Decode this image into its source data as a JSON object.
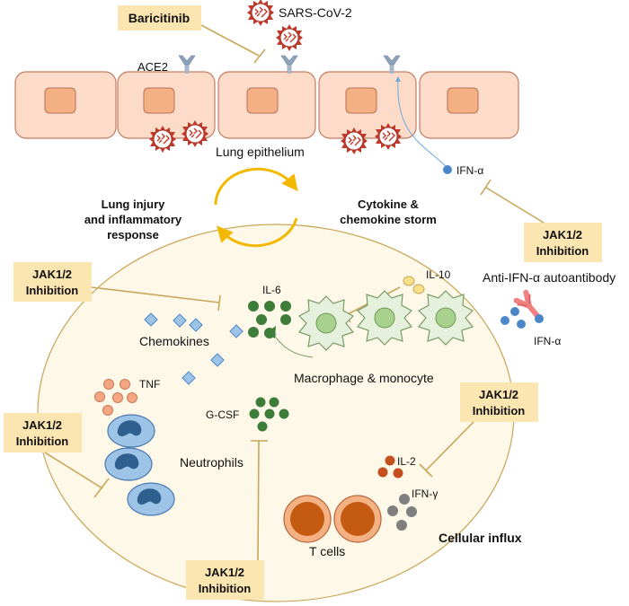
{
  "title": "",
  "labels": {
    "baricitinib": "Baricitinib",
    "sars": "SARS-CoV-2",
    "ace2": "ACE2",
    "lung_epithelium": "Lung epithelium",
    "ifn_alpha_top": "IFN-α",
    "lung_injury": [
      "Lung injury",
      "and inflammatory",
      "response"
    ],
    "cytokine_storm": [
      "Cytokine &",
      "chemokine storm"
    ],
    "il10": "IL-10",
    "il6": "IL-6",
    "chemokines": "Chemokines",
    "macrophage": "Macrophage & monocyte",
    "anti_ifn": "Anti-IFN-α autoantibody",
    "ifn_alpha_right": "IFN-α",
    "tnf": "TNF",
    "gcsf": "G-CSF",
    "neutrophils": "Neutrophils",
    "il2": "IL-2",
    "ifn_gamma": "IFN-γ",
    "t_cells": "T cells",
    "cellular_influx": "Cellular influx"
  },
  "inhibition_boxes": [
    {
      "line1": "JAK1/2",
      "line2": "Inhibition"
    },
    {
      "line1": "JAK1/2",
      "line2": "Inhibition"
    },
    {
      "line1": "JAK1/2",
      "line2": "Inhibition"
    },
    {
      "line1": "JAK1/2",
      "line2": "Inhibition"
    },
    {
      "line1": "JAK1/2",
      "line2": "Inhibition"
    }
  ],
  "colors": {
    "label_box": "#fbe5b0",
    "inhibition_line": "#c9a659",
    "epithelial_cell": "#fcdcc8",
    "inflammatory_zone": "#fdf8e8",
    "cycle_arrow": "#f2b900",
    "il6": "#3e7c3a",
    "chemokine": "#5b9bd5",
    "tnf": "#f4a582",
    "gcsf": "#3e7c3a",
    "il10": "#f7e08a",
    "neutrophil": "#9dc3e6",
    "t_cell": "#e8956a",
    "il2": "#c5501e",
    "ifn_gamma": "#7f7f7f",
    "ifn_alpha": "#4a86c8",
    "antibody": "#f08080"
  },
  "icons": [
    "virus-icon",
    "receptor-icon",
    "macrophage-icon",
    "neutrophil-icon",
    "t-cell-icon",
    "antibody-icon"
  ]
}
